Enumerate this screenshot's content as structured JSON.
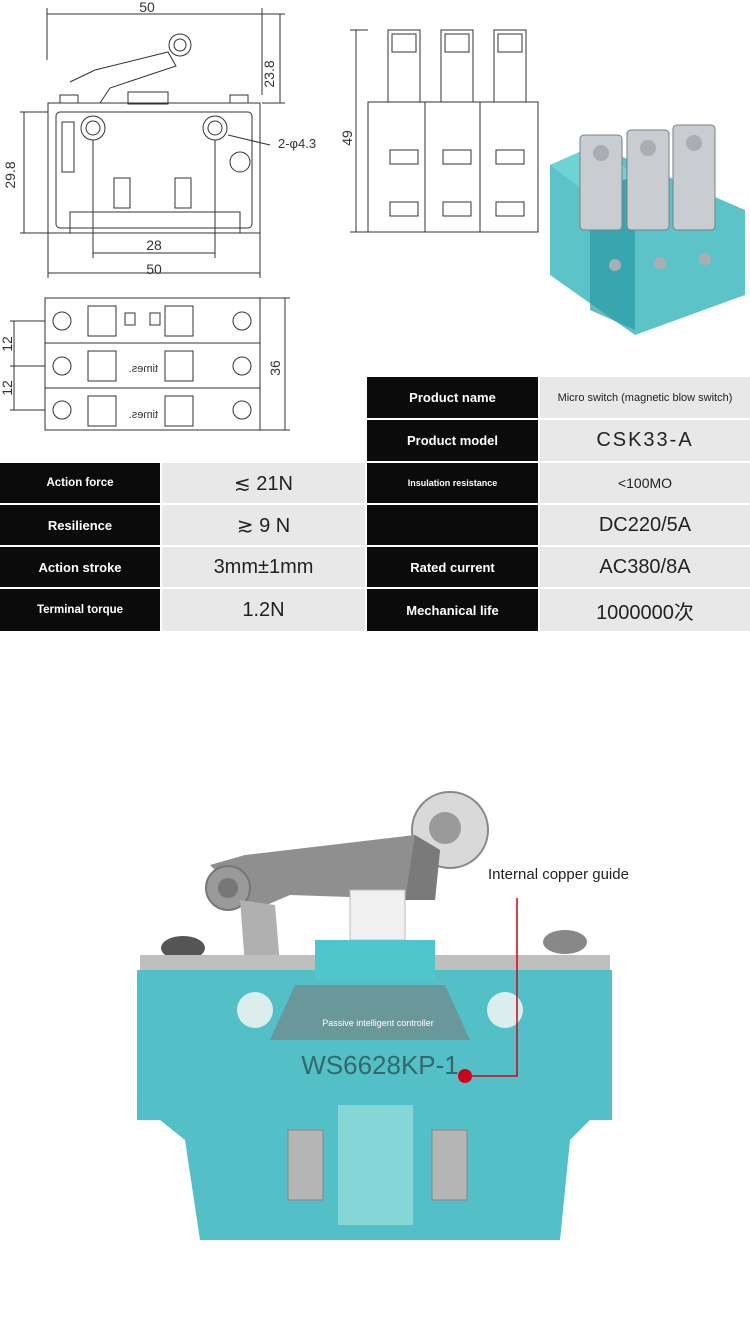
{
  "drawing_front": {
    "dim_top_width": "50",
    "dim_right_height": "23.8",
    "dim_left_height": "29.8",
    "dim_hole_note": "2-φ4.3",
    "dim_hole_spacing": "28",
    "dim_bottom_width": "50"
  },
  "drawing_side": {
    "dim_height": "49"
  },
  "drawing_bottom": {
    "dim_pitch_1": "12",
    "dim_pitch_2": "12",
    "dim_depth": "36",
    "mirrored_text_1": "times.",
    "mirrored_text_2": "times."
  },
  "specs": {
    "product_name_label": "Product name",
    "product_name_value": "Micro switch (magnetic blow switch)",
    "product_model_label": "Product model",
    "product_model_value": "CSK33-A",
    "action_force_label": "Action force",
    "action_force_value": "≲ 21N",
    "insulation_label": "Insulation resistance",
    "insulation_value": "<100MO",
    "resilience_label": "Resilience",
    "resilience_value": "≳ 9 N",
    "rated_voltage_label": "",
    "rated_voltage_value": "DC220/5A",
    "action_stroke_label": "Action stroke",
    "action_stroke_value": "3mm±1mm",
    "rated_current_label": "Rated current",
    "rated_current_value": "AC380/8A",
    "terminal_torque_label": "Terminal torque",
    "terminal_torque_value": "1.2N",
    "mechanical_life_label": "Mechanical life",
    "mechanical_life_value": "1000000次"
  },
  "photo": {
    "callout_label": "Internal copper guide",
    "chip_text": "Passive intelligent controller",
    "part_marking": "WS6628KP-1"
  },
  "colors": {
    "housing_teal": "#3fb9c0",
    "callout_red": "#d0021b",
    "label_black": "#0b0b0b",
    "value_gray": "#e8e8e8"
  }
}
